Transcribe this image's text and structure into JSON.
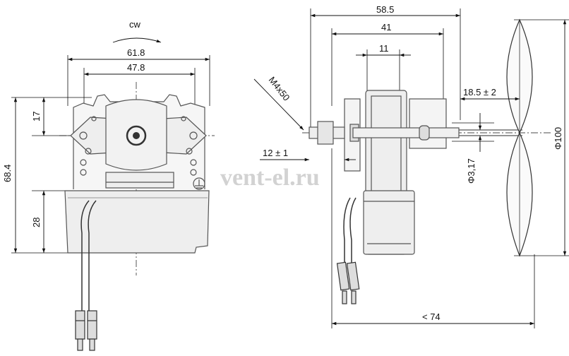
{
  "front_view": {
    "rotation_label": "cw",
    "width_outer": "61.8",
    "width_inner": "47.8",
    "height_total": "68.4",
    "height_top": "17",
    "height_housing": "28"
  },
  "side_view": {
    "length_outer": "58.5",
    "length_core": "41",
    "core_width": "11",
    "fan_offset": "18.5 ± 2",
    "fan_diameter": "Φ100",
    "screw": "M4x50",
    "stud_length": "12 ± 1",
    "shaft_diameter": "Φ3,17",
    "overall_length": "< 74"
  },
  "watermark": "vent-el.ru",
  "colors": {
    "line": "#111111",
    "part": "#555555",
    "fill": "#eeeeee",
    "watermark": "#d2d2d2"
  }
}
